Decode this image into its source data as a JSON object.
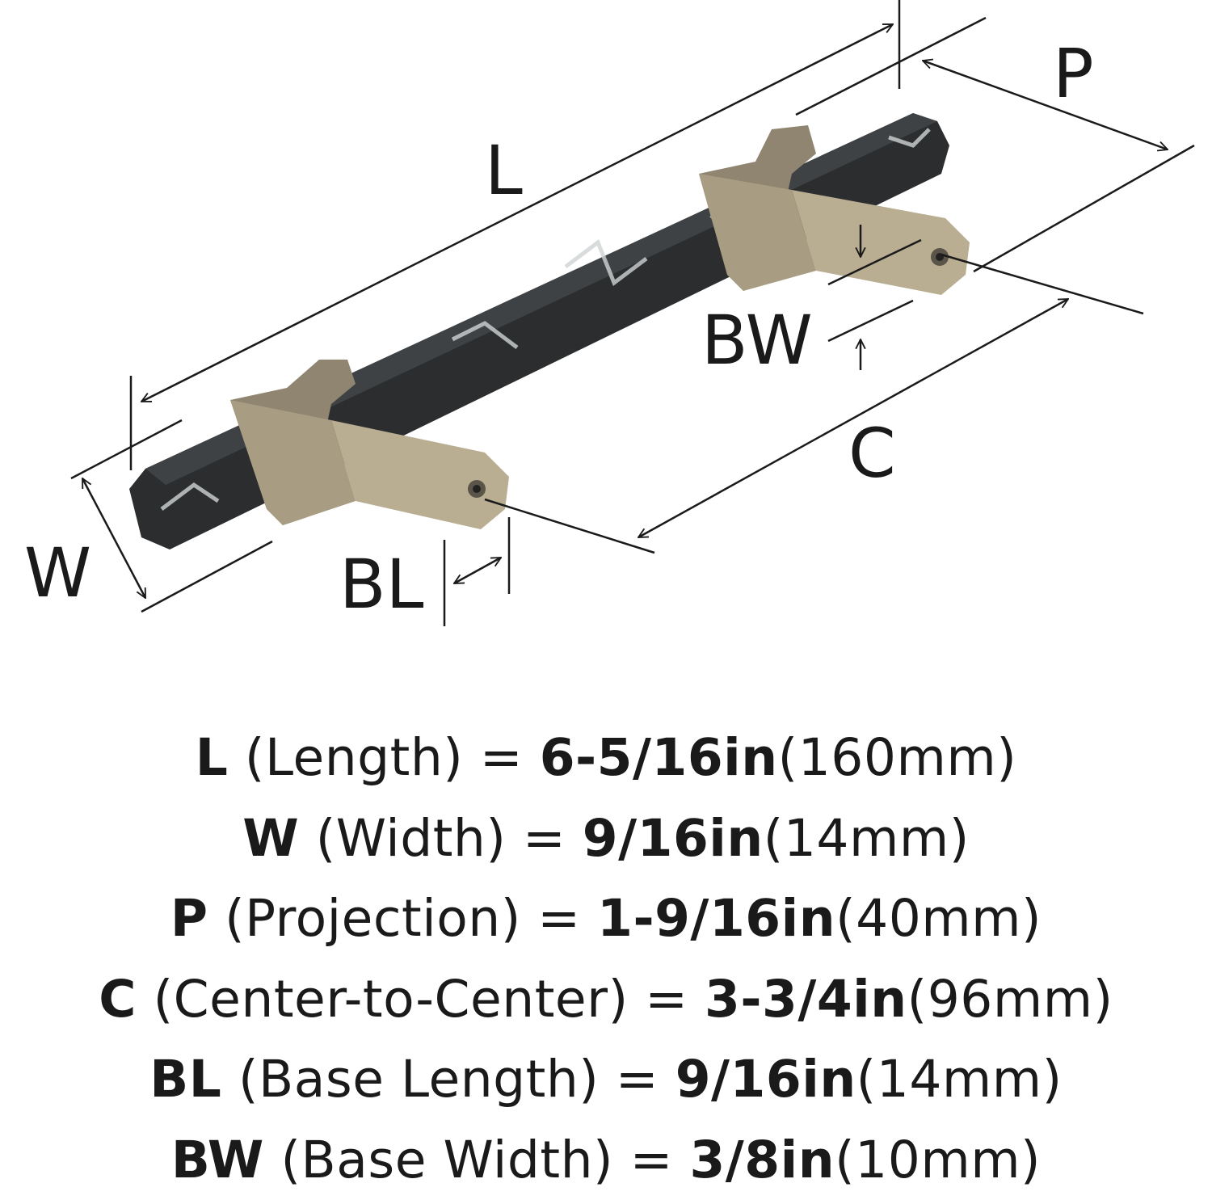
{
  "diagram_labels": {
    "L": "L",
    "P": "P",
    "BW": "BW",
    "C": "C",
    "W": "W",
    "BL": "BL"
  },
  "colors": {
    "bar": "#2b2d2e",
    "marble_vein": "#cfd3d4",
    "base": "#b9ad92",
    "base_dark": "#8f8570",
    "line": "#1a1a1a"
  },
  "specs": [
    {
      "key": "L",
      "desc": " (Length) = ",
      "value": "6-5/16in",
      "metric": "(160mm)"
    },
    {
      "key": "W",
      "desc": " (Width) = ",
      "value": "9/16in",
      "metric": "(14mm)"
    },
    {
      "key": "P",
      "desc": " (Projection) = ",
      "value": "1-9/16in",
      "metric": "(40mm)"
    },
    {
      "key": "C",
      "desc": " (Center-to-Center) = ",
      "value": "3-3/4in",
      "metric": "(96mm)"
    },
    {
      "key": "BL",
      "desc": " (Base Length) = ",
      "value": "9/16in",
      "metric": "(14mm)"
    },
    {
      "key": "BW",
      "desc": " (Base Width) = ",
      "value": "3/8in",
      "metric": "(10mm)"
    }
  ]
}
